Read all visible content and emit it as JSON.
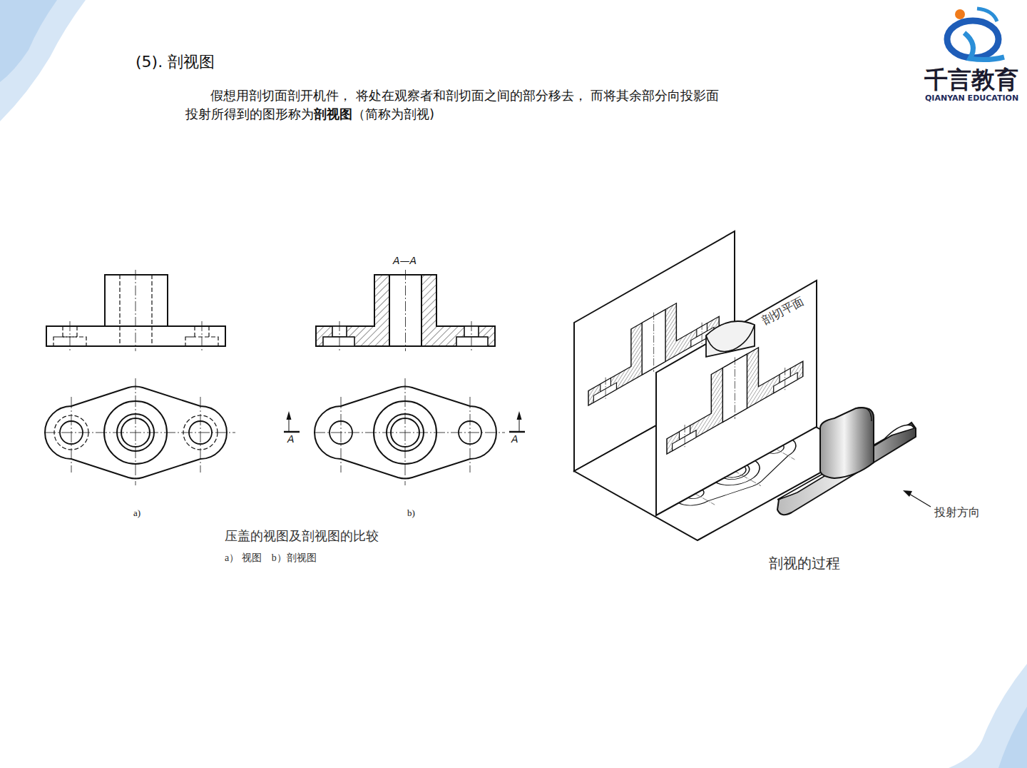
{
  "diagram": {
    "title": "(5). 剖视图",
    "labels": [
      "假想用剖切面剖开机件， 将处在观察者和剖切面之间的部分移去， 而将其余部分向投影面投射所得到的图形称为",
      "剖视图",
      "（简称为剖视)",
      "千言教育",
      "QIANYAN EDUCATION",
      "A—A",
      "A",
      "A",
      "a)",
      "b)",
      "压盖的视图及剖视图的比较",
      "a） 视图　b）剖视图",
      "剖切平面",
      "投射方向",
      "剖视的过程"
    ]
  }
}
